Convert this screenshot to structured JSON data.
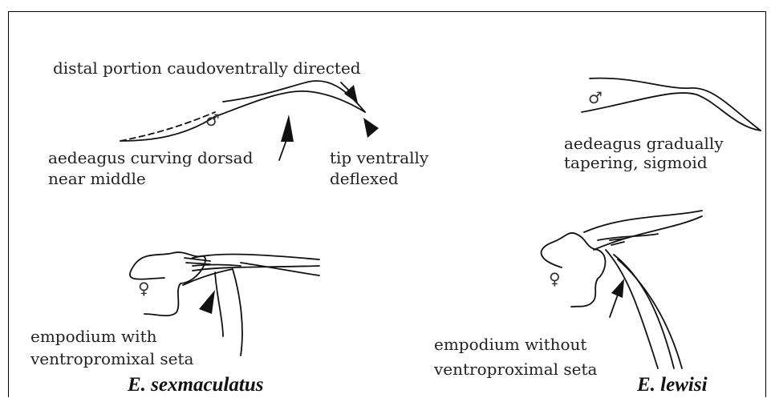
{
  "labels": {
    "distal": "distal portion caudoventrally directed",
    "curving_1": "aedeagus curving dorsad",
    "curving_2": "near middle",
    "tip_1": "tip ventrally",
    "tip_2": "deflexed",
    "tapering_1": "aedeagus gradually",
    "tapering_2": "tapering, sigmoid",
    "empodium_with_1": "empodium with",
    "empodium_with_2": "ventropromixal seta",
    "empodium_without_1": "empodium without",
    "empodium_without_2": "ventroproximal seta"
  },
  "species": {
    "left": "E. sexmaculatus",
    "right": "E. lewisi"
  },
  "symbols": {
    "male": "♂",
    "female": "♀"
  }
}
